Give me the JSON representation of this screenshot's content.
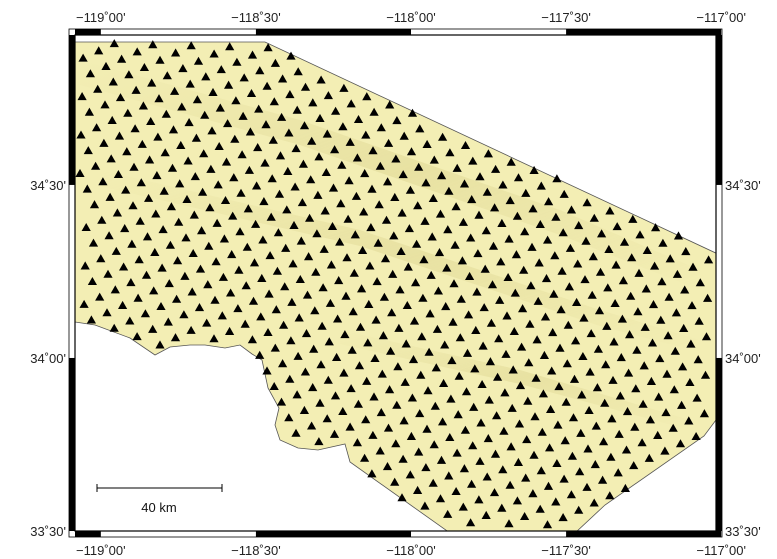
{
  "map": {
    "lon_range": [
      -119.0833,
      -117.0167
    ],
    "lat_range": [
      33.5,
      34.9333
    ],
    "top_lon_labels": [
      "−119˚00'",
      "−118˚30'",
      "−118˚00'",
      "−117˚30'",
      "−117˚00'"
    ],
    "bottom_lon_labels": [
      "−119˚00'",
      "−118˚30'",
      "−118˚00'",
      "−117˚30'",
      "−117˚00'"
    ],
    "left_lat_labels": [
      "34˚30'",
      "34˚00'",
      "33˚30'"
    ],
    "right_lat_labels": [
      "34˚30'",
      "34˚00'",
      "33˚30'"
    ],
    "lon_tick_values": [
      -119.0,
      -118.5,
      -118.0,
      -117.5,
      -117.0
    ],
    "lat_tick_values": [
      34.5,
      34.0,
      33.5
    ],
    "scale_bar": {
      "label": "40 km",
      "length_km": 40
    },
    "colors": {
      "land": "#f3eeb4",
      "land_shade": "#d9d08a",
      "water": "#ffffff",
      "station": "#000000",
      "frame": "#000000"
    },
    "station_symbol": "triangle",
    "station_spacing_km": 6
  }
}
